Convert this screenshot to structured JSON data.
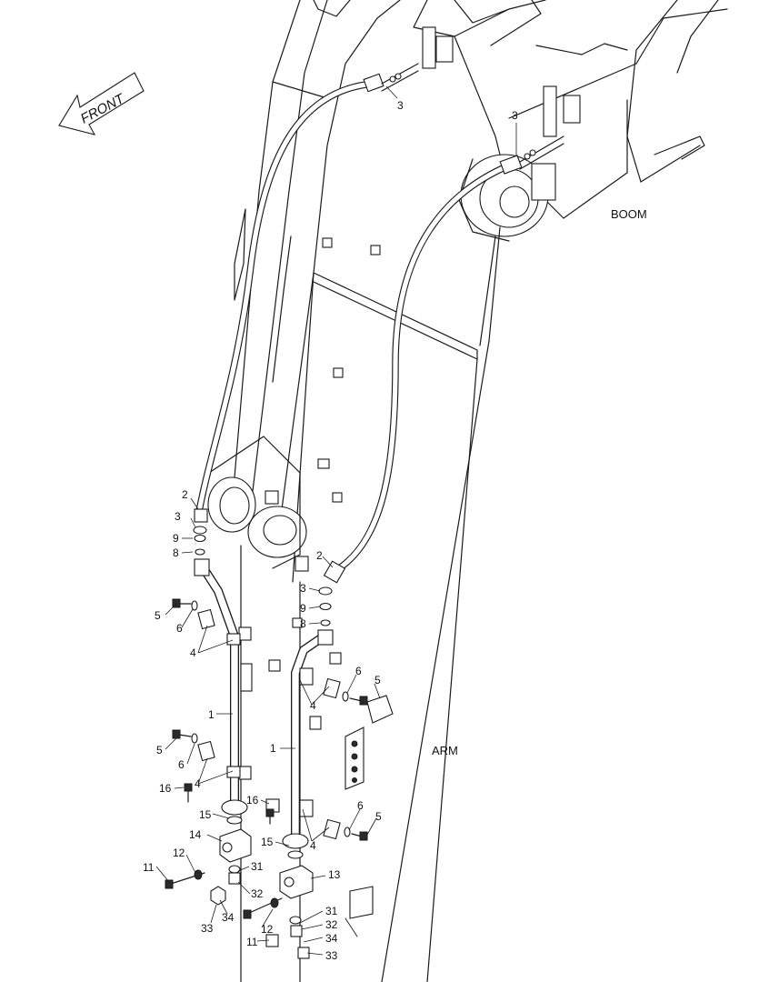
{
  "diagram": {
    "direction_label": "FRONT",
    "region_labels": {
      "boom": "BOOM",
      "arm": "ARM"
    },
    "callouts": [
      "3",
      "3",
      "2",
      "3",
      "9",
      "8",
      "5",
      "6",
      "4",
      "1",
      "5",
      "6",
      "4",
      "16",
      "15",
      "14",
      "12",
      "11",
      "31",
      "32",
      "33",
      "34",
      "2",
      "3",
      "9",
      "8",
      "6",
      "5",
      "4",
      "1",
      "16",
      "15",
      "6",
      "5",
      "4",
      "13",
      "12",
      "11",
      "31",
      "32",
      "34",
      "33"
    ]
  }
}
